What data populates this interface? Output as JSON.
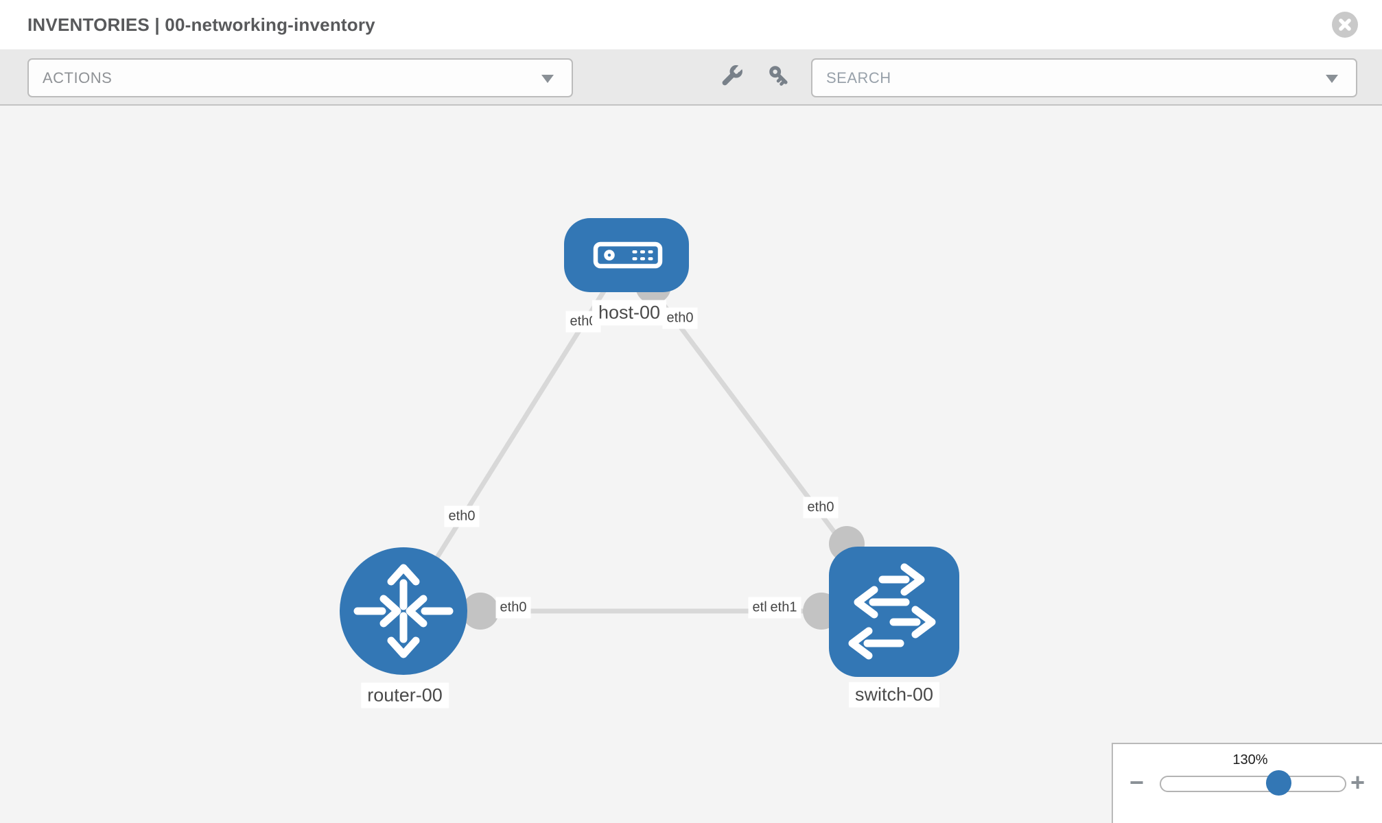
{
  "header": {
    "title": "INVENTORIES | 00-networking-inventory"
  },
  "toolbar": {
    "actions_label": "ACTIONS",
    "search_placeholder": "SEARCH"
  },
  "diagram": {
    "nodes": [
      {
        "name": "host-00",
        "type": "host"
      },
      {
        "name": "router-00",
        "type": "router"
      },
      {
        "name": "switch-00",
        "type": "switch"
      }
    ],
    "links": [
      {
        "source": "host-00",
        "source_interface": "eth0",
        "target": "router-00",
        "target_interface": "eth0"
      },
      {
        "source": "host-00",
        "source_interface": "eth0",
        "target": "switch-00",
        "target_interface": "eth0"
      },
      {
        "source": "router-00",
        "source_interface": "eth0",
        "target": "switch-00",
        "target_interface": "eth1"
      }
    ],
    "interface_labels": [
      "eth0",
      "eth0",
      "eth0",
      "eth0",
      "eth0",
      "eth0",
      "eth1"
    ]
  },
  "zoom": {
    "level": "130%",
    "zoom_out": "−",
    "zoom_in": "+"
  },
  "colors": {
    "node_fill": "#3377b5",
    "link": "#d8d8d8",
    "interface_dot": "#c3c3c3",
    "canvas_bg": "#f4f4f4",
    "toolbar_bg": "#e9e9e9",
    "icon_gray": "#788089"
  }
}
